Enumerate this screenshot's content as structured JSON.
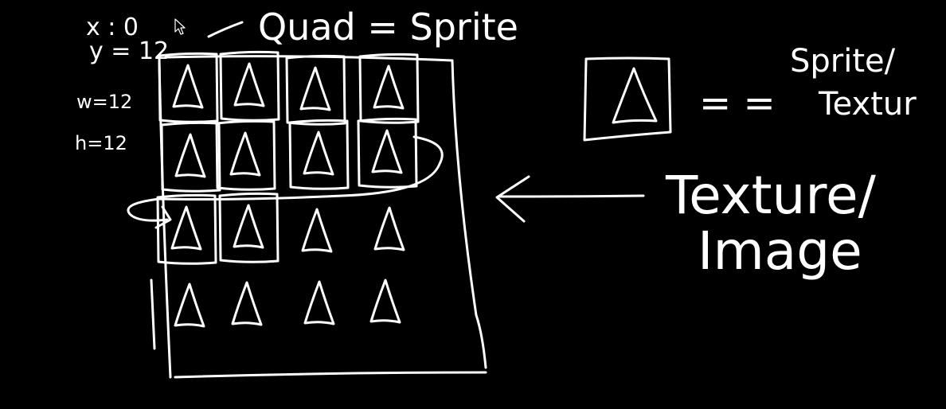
{
  "background": "#000000",
  "ink_color": "#ffffff",
  "coords": {
    "x": "x : 0",
    "y": "y = 12",
    "w": "w=12",
    "h": "h=12"
  },
  "quad_equals_sprite": "Quad = Sprite",
  "texture_image": {
    "line1": "Texture/",
    "line2": "Image"
  },
  "sprite_texture": {
    "eq": "= =",
    "line1": "Sprite/",
    "line2": "Textur"
  },
  "sprite_grid": {
    "rows": 4,
    "cols": 4,
    "framed_rows": [
      4,
      4,
      2,
      0
    ]
  },
  "icons": [
    "cursor-icon"
  ]
}
